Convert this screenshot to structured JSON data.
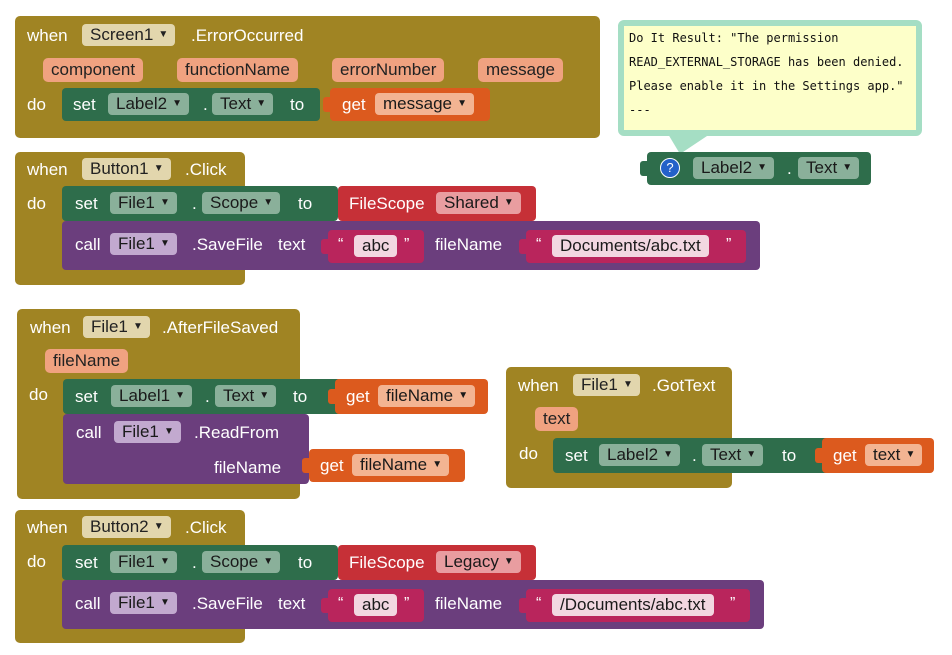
{
  "labels": {
    "when": "when",
    "do": "do",
    "set": "set",
    "to": "to",
    "get": "get",
    "call": "call",
    "dot": ".",
    "filescope": "FileScope",
    "text_param": "text",
    "filename_param": "fileName",
    "quote_open": "“",
    "quote_close": "”"
  },
  "block1": {
    "component": "Screen1",
    "event": ".ErrorOccurred",
    "params": [
      "component",
      "functionName",
      "errorNumber",
      "message"
    ],
    "set_component": "Label2",
    "set_property": "Text",
    "get_var": "message"
  },
  "comment": {
    "lines": [
      "Do It Result: \"The permission",
      "READ_EXTERNAL_STORAGE has been denied.",
      "Please enable it in the Settings app.\"",
      "---"
    ]
  },
  "floating": {
    "component": "Label2",
    "property": "Text",
    "help_icon": "?"
  },
  "block2": {
    "component": "Button1",
    "event": ".Click",
    "set_component": "File1",
    "set_property": "Scope",
    "scope_value": "Shared",
    "call_component": "File1",
    "method": ".SaveFile",
    "text_value": "abc",
    "filename_value": "Documents/abc.txt"
  },
  "block3": {
    "component": "File1",
    "event": ".AfterFileSaved",
    "param": "fileName",
    "set_component": "Label1",
    "set_property": "Text",
    "get_var": "fileName",
    "call_component": "File1",
    "method": ".ReadFrom",
    "arg_label": "fileName",
    "arg_get": "fileName"
  },
  "block4": {
    "component": "File1",
    "event": ".GotText",
    "param": "text",
    "set_component": "Label2",
    "set_property": "Text",
    "get_var": "text"
  },
  "block5": {
    "component": "Button2",
    "event": ".Click",
    "set_component": "File1",
    "set_property": "Scope",
    "scope_value": "Legacy",
    "call_component": "File1",
    "method": ".SaveFile",
    "text_value": "abc",
    "filename_value": "/Documents/abc.txt"
  },
  "colors": {
    "event": "#a08423",
    "set": "#2e6d4b",
    "get": "#dc5a1e",
    "call": "#6b3e7d",
    "text": "#b9255c",
    "scope": "#c63037",
    "comment_border": "#a5dec4",
    "comment_bg": "#fdffc9"
  },
  "icons": {
    "dropdown": "chevron-down-icon",
    "help": "question-icon"
  }
}
